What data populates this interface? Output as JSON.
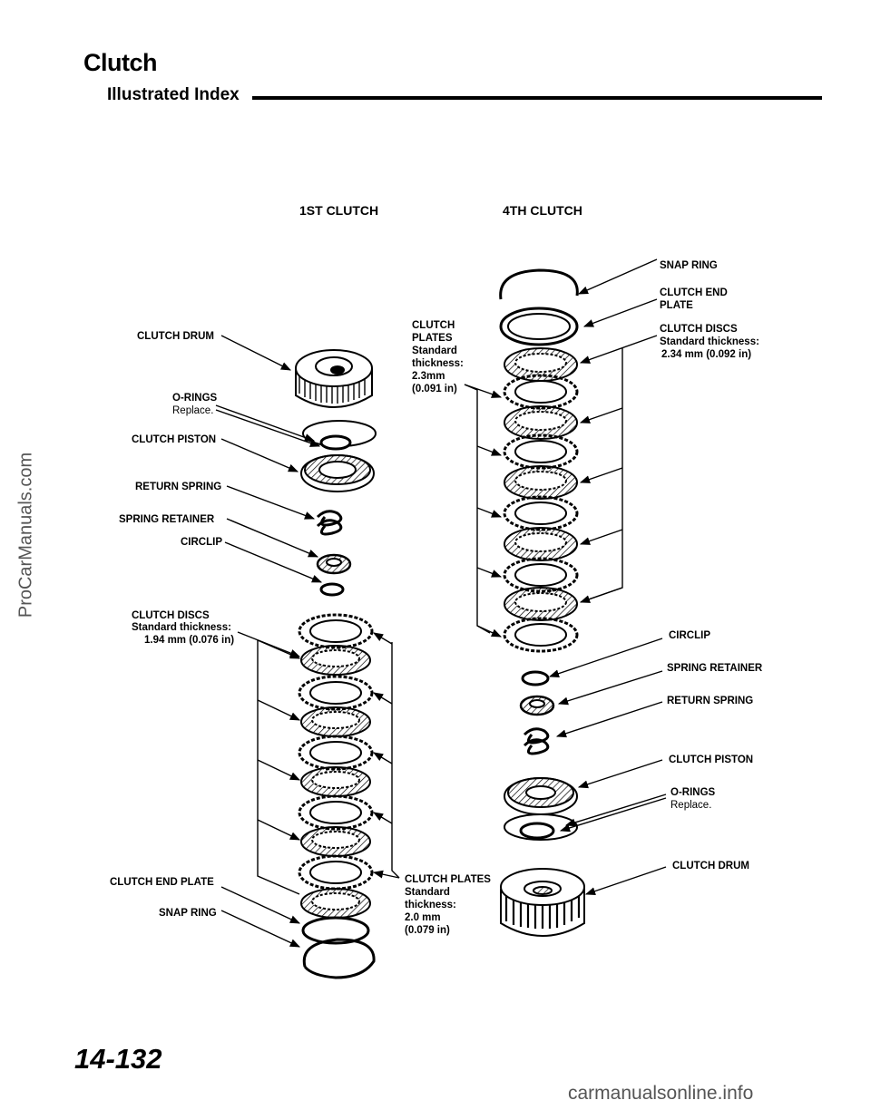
{
  "header": {
    "title": "Clutch",
    "subtitle": "Illustrated Index"
  },
  "sections": {
    "first": "1ST CLUTCH",
    "fourth": "4TH CLUTCH"
  },
  "labels_1st": {
    "clutch_drum": "CLUTCH DRUM",
    "o_rings": "O-RINGS",
    "o_rings_note": "Replace.",
    "clutch_piston": "CLUTCH PISTON",
    "return_spring": "RETURN SPRING",
    "spring_retainer": "SPRING RETAINER",
    "circlip": "CIRCLIP",
    "clutch_discs": "CLUTCH DISCS",
    "clutch_discs_spec": "Standard thickness:",
    "clutch_discs_value": "1.94 mm (0.076 in)",
    "clutch_end_plate": "CLUTCH END PLATE",
    "snap_ring": "SNAP RING",
    "clutch_plates": "CLUTCH PLATES",
    "clutch_plates_spec1": "Standard",
    "clutch_plates_spec2": "thickness:",
    "clutch_plates_value1": "2.0 mm",
    "clutch_plates_value2": "(0.079 in)"
  },
  "labels_4th": {
    "clutch_plates": "CLUTCH",
    "clutch_plates2": "PLATES",
    "clutch_plates_spec1": "Standard",
    "clutch_plates_spec2": "thickness:",
    "clutch_plates_value1": "2.3mm",
    "clutch_plates_value2": "(0.091 in)",
    "snap_ring": "SNAP RING",
    "clutch_end_plate1": "CLUTCH END",
    "clutch_end_plate2": "PLATE",
    "clutch_discs": "CLUTCH DISCS",
    "clutch_discs_spec": "Standard thickness:",
    "clutch_discs_value": "2.34 mm (0.092 in)",
    "circlip": "CIRCLIP",
    "spring_retainer": "SPRING RETAINER",
    "return_spring": "RETURN SPRING",
    "clutch_piston": "CLUTCH PISTON",
    "o_rings": "O-RINGS",
    "o_rings_note": "Replace.",
    "clutch_drum": "CLUTCH DRUM"
  },
  "page_number": "14-132",
  "watermark": "ProCarManuals.com",
  "footer": "carmanualsonline.info"
}
